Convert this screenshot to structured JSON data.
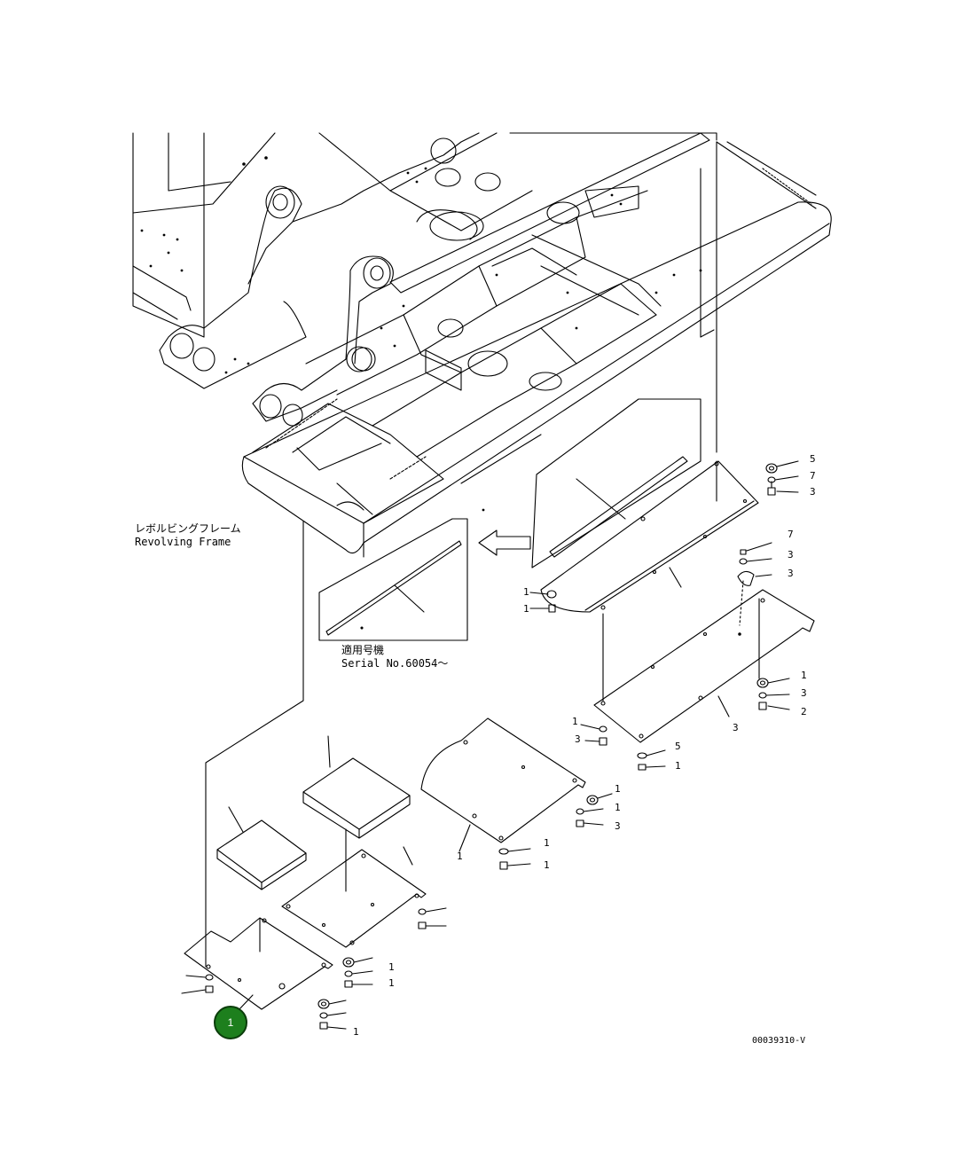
{
  "frame_label_jp": "レボルビングフレーム",
  "frame_label_en": "Revolving Frame",
  "serial_label_jp": "適用号機",
  "serial_label_en": "Serial No.60054～",
  "drawing_number": "00039310-V",
  "hotspot": {
    "label": "1",
    "color": "#1d7f1d"
  },
  "callouts": [
    "5",
    "7",
    "3",
    "7",
    "3",
    "3",
    "1",
    "3",
    "2",
    "3",
    "1",
    "3",
    "5",
    "1",
    "1",
    "1",
    "3",
    "1",
    "1",
    "1",
    "1",
    "1",
    "1",
    "1",
    "1"
  ]
}
